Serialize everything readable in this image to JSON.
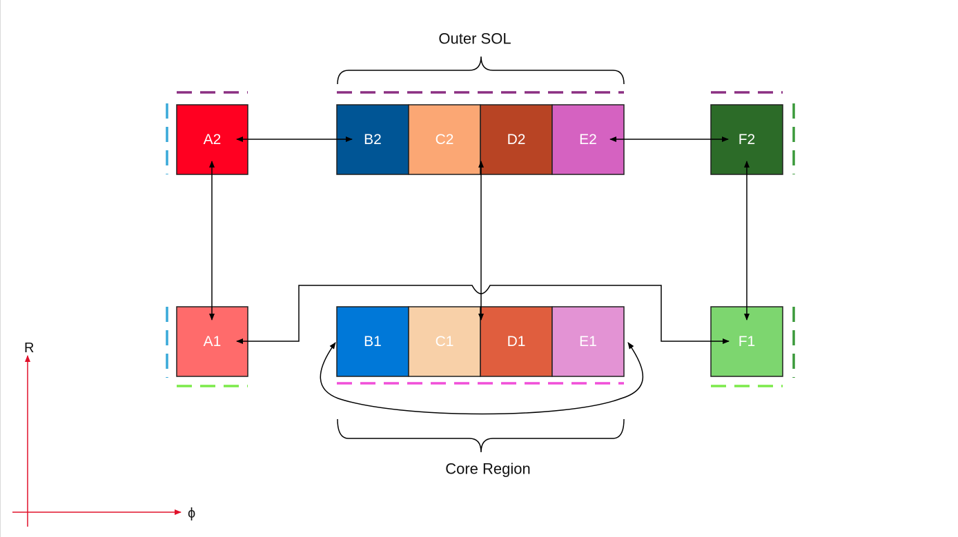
{
  "labels": {
    "outer_sol": "Outer SOL",
    "core_region": "Core Region",
    "axis_r": "R",
    "axis_phi": "ϕ"
  },
  "cells": {
    "A2": {
      "label": "A2",
      "color": "#ff0021"
    },
    "B2": {
      "label": "B2",
      "color": "#005595"
    },
    "C2": {
      "label": "C2",
      "color": "#fba774"
    },
    "D2": {
      "label": "D2",
      "color": "#b84424"
    },
    "E2": {
      "label": "E2",
      "color": "#d562c1"
    },
    "F2": {
      "label": "F2",
      "color": "#2c6b28"
    },
    "A1": {
      "label": "A1",
      "color": "#ff6b6b"
    },
    "B1": {
      "label": "B1",
      "color": "#0078d8"
    },
    "C1": {
      "label": "C1",
      "color": "#f8d0a8"
    },
    "D1": {
      "label": "D1",
      "color": "#e05e3e"
    },
    "E1": {
      "label": "E1",
      "color": "#e393d4"
    },
    "F1": {
      "label": "F1",
      "color": "#7dd66f"
    }
  },
  "colors": {
    "outer_boundary": "#8b2f82",
    "core_boundary": "#f04fd8",
    "inner_boundary": "#39a9d8",
    "divertor_boundary": "#7cea4a",
    "outer_leg_boundary": "#3b9a3b",
    "axis": "#e0102a",
    "connector": "#000000"
  }
}
